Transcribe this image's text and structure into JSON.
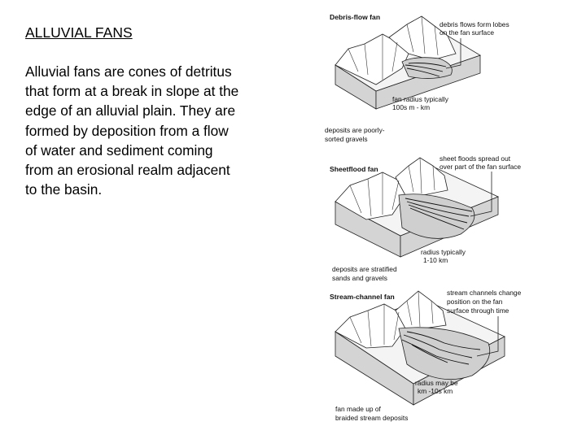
{
  "slide": {
    "title": "ALLUVIAL FANS",
    "body_lines": [
      "Alluvial fans are cones of detritus",
      "that form at a break in slope at the",
      "edge of an alluvial plain. They are",
      "formed by deposition from a flow",
      "of water and sediment coming",
      "from an erosional realm adjacent",
      "to the basin."
    ]
  },
  "figure": {
    "panels": [
      {
        "title": "Debris-flow fan",
        "callout_lines": [
          "debris flows form lobes",
          "on the fan surface"
        ],
        "radius_lines": [
          "fan radius typically",
          "100s m - km"
        ],
        "deposit_lines": [
          "deposits are poorly-",
          "sorted gravels"
        ]
      },
      {
        "title": "Sheetflood fan",
        "callout_lines": [
          "sheet floods spread out",
          "over part of the fan surface"
        ],
        "radius_lines": [
          "radius typically",
          "1-10 km"
        ],
        "deposit_lines": [
          "deposits are stratified",
          "sands and gravels"
        ]
      },
      {
        "title": "Stream-channel fan",
        "callout_lines": [
          "stream channels change",
          "position on the fan",
          "surface through time"
        ],
        "radius_lines": [
          "radius may be",
          "km -10s km"
        ],
        "deposit_lines": [
          "fan made up of",
          "braided stream deposits"
        ]
      }
    ]
  }
}
